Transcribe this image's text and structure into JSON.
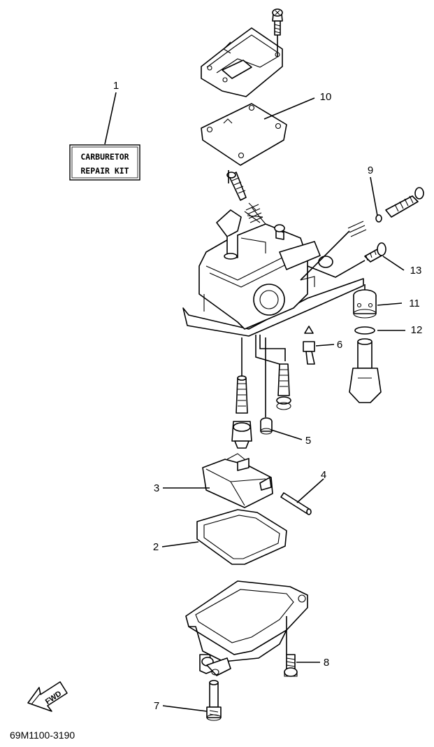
{
  "kit_label": {
    "line1": "CARBURETOR",
    "line2": "REPAIR KIT"
  },
  "callouts": {
    "c1": "1",
    "c2": "2",
    "c3": "3",
    "c4": "4",
    "c5": "5",
    "c6": "6",
    "c7": "7",
    "c8": "8",
    "c9": "9",
    "c10": "10",
    "c11": "11",
    "c12": "12",
    "c13": "13"
  },
  "direction_label": "FWD",
  "diagram_code": "69M1100-3190"
}
